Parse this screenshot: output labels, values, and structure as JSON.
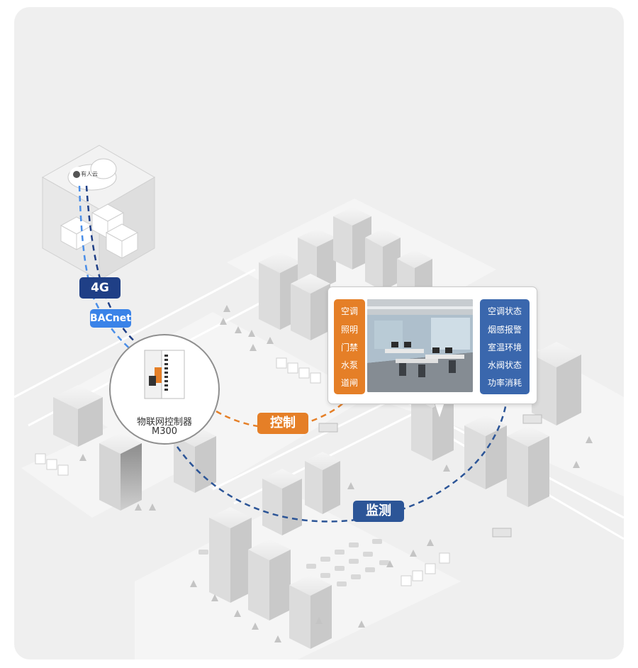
{
  "cloud": {
    "label": "有人云"
  },
  "links": {
    "cellular": "4G",
    "protocol": "BACnet",
    "control": "控制",
    "monitor": "监测"
  },
  "device": {
    "name": "物联网控制器",
    "model": "M300"
  },
  "control_items": [
    "空调",
    "照明",
    "门禁",
    "水泵",
    "道闸"
  ],
  "monitor_items": [
    "空调状态",
    "烟感报警",
    "室温环境",
    "水阀状态",
    "功率消耗"
  ],
  "colors": {
    "background": "#efefef",
    "cellular_tag": "#1f3f86",
    "protocol_tag": "#3a83e8",
    "control": "#e57f27",
    "monitor": "#2c5597",
    "monitor_panel": "#3a67ad"
  }
}
